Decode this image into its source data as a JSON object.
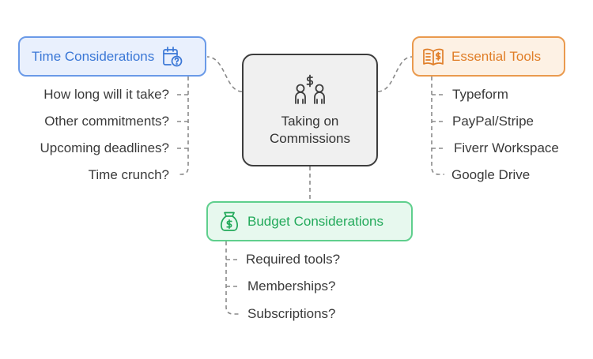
{
  "center": {
    "title_line1": "Taking on",
    "title_line2": "Commissions",
    "icon": "people-money-icon"
  },
  "time": {
    "title": "Time Considerations",
    "icon": "calendar-clock-icon",
    "color": "#3a77d6",
    "items": [
      "How long will it take?",
      "Other commitments?",
      "Upcoming deadlines?",
      "Time crunch?"
    ]
  },
  "tools": {
    "title": "Essential Tools",
    "icon": "book-dollar-icon",
    "color": "#e07e28",
    "items": [
      "Typeform",
      "PayPal/Stripe",
      "Fiverr Workspace",
      "Google Drive"
    ]
  },
  "budget": {
    "title": "Budget Considerations",
    "icon": "money-bag-icon",
    "color": "#22a95a",
    "items": [
      "Required tools?",
      "Memberships?",
      "Subscriptions?"
    ]
  }
}
